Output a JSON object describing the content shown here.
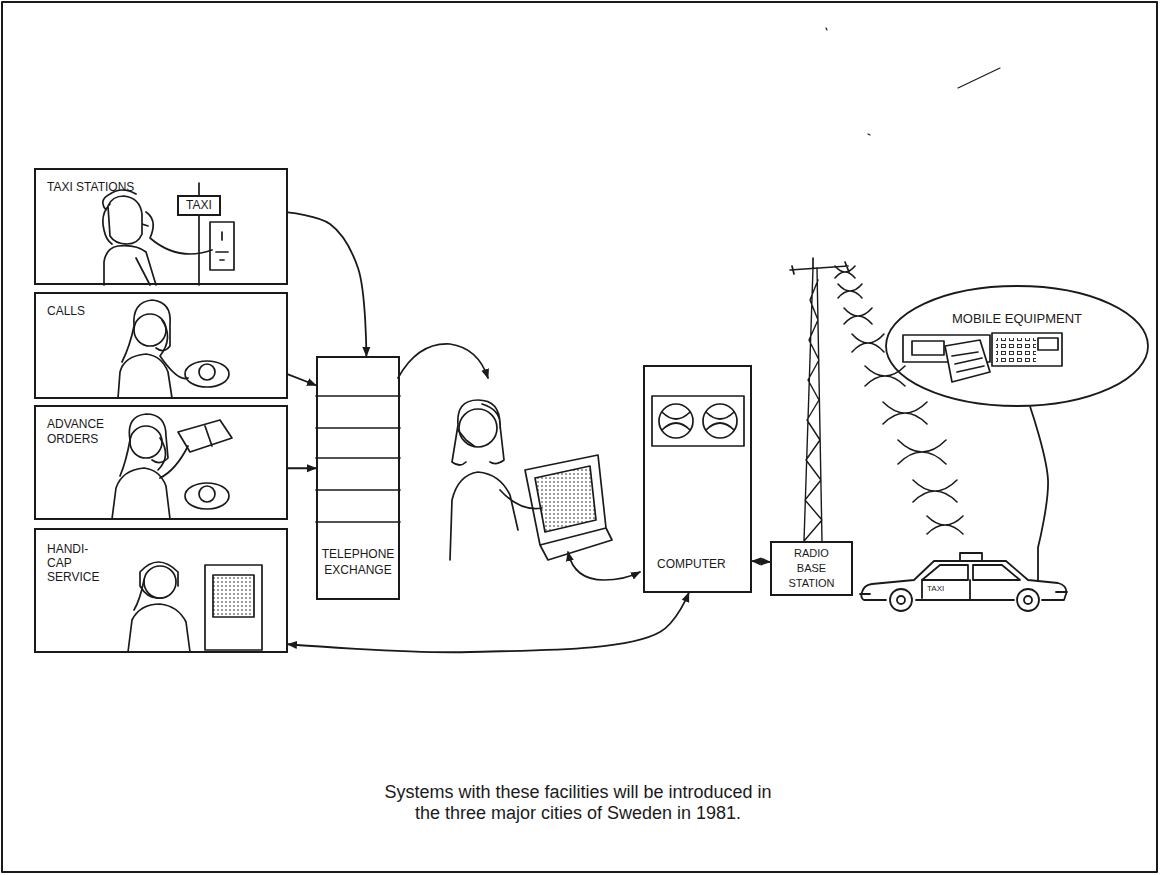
{
  "diagram": {
    "caption": "Systems with these facilities will be introduced in the three major cities of Sweden in 1981.",
    "nodes": [
      {
        "text": [
          "TAXI STATIONS"
        ]
      },
      {
        "text": [
          "TAXI"
        ],
        "in": 0
      },
      {
        "text": [
          "CALLS"
        ]
      },
      {
        "text": [
          "ADVANCE ORDERS"
        ]
      },
      {
        "text": [
          "HANDI- CAP SERVICE"
        ]
      },
      {
        "text": [
          "TELEPHONE EXCHANGE"
        ]
      },
      {
        "text": [
          "COMPUTER"
        ]
      },
      {
        "text": [
          "RADIO BASE STATION"
        ]
      },
      {
        "text": [
          "MOBILE EQUIPMENT"
        ]
      },
      {
        "text": [
          "TAXI"
        ]
      }
    ],
    "edges": [
      {
        "from": 0,
        "to": 5,
        "arrow": "to"
      },
      {
        "from": 2,
        "to": 5,
        "arrow": "to"
      },
      {
        "from": 3,
        "to": 5,
        "arrow": "to"
      },
      {
        "from": 4,
        "to": 6,
        "arrow": "both"
      },
      {
        "from": 6,
        "to": 7,
        "arrow": "both"
      },
      {
        "from": 8,
        "to": 9,
        "arrow": "none"
      }
    ]
  }
}
